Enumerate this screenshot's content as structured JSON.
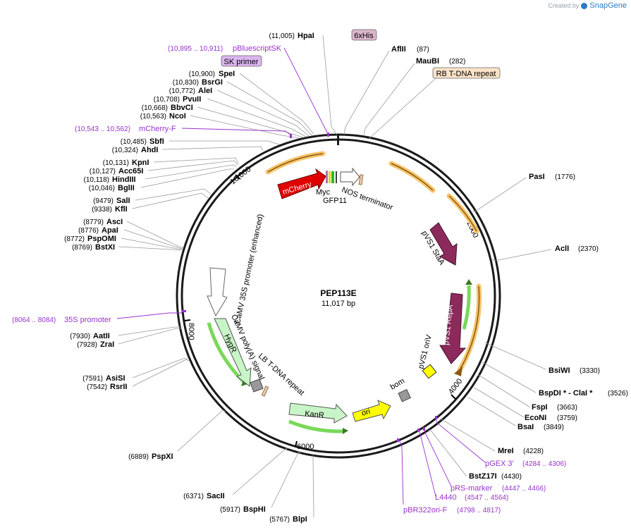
{
  "credit": {
    "prefix": "Created by",
    "brand": "SnapGene"
  },
  "plasmid": {
    "name": "PEP113E",
    "size": "11,017 bp"
  },
  "ticks": [
    "2000",
    "4000",
    "6000",
    "8000",
    "10,000"
  ],
  "enzymes_left": [
    {
      "num": "(11,005)",
      "name": "HpaI"
    },
    {
      "num": "(10,900)",
      "name": "SpeI"
    },
    {
      "num": "(10,830)",
      "name": "BsrGI"
    },
    {
      "num": "(10,772)",
      "name": "AleI"
    },
    {
      "num": "(10,708)",
      "name": "PvuII"
    },
    {
      "num": "(10,668)",
      "name": "BbvCI"
    },
    {
      "num": "(10,563)",
      "name": "NcoI"
    },
    {
      "num": "(10,485)",
      "name": "SbfI"
    },
    {
      "num": "(10,324)",
      "name": "AhdI"
    },
    {
      "num": "(10,131)",
      "name": "KpnI"
    },
    {
      "num": "(10,127)",
      "name": "Acc65I"
    },
    {
      "num": "(10,118)",
      "name": "HindIII"
    },
    {
      "num": "(10,046)",
      "name": "BglII"
    },
    {
      "num": "(9479)",
      "name": "SalI"
    },
    {
      "num": "(9338)",
      "name": "KflI"
    },
    {
      "num": "(8779)",
      "name": "AscI"
    },
    {
      "num": "(8776)",
      "name": "ApaI"
    },
    {
      "num": "(8772)",
      "name": "PspOMI"
    },
    {
      "num": "(8769)",
      "name": "BstXI"
    },
    {
      "num": "(7930)",
      "name": "AatII"
    },
    {
      "num": "(7928)",
      "name": "ZraI"
    },
    {
      "num": "(7591)",
      "name": "AsiSI"
    },
    {
      "num": "(7542)",
      "name": "RsrII"
    },
    {
      "num": "(6889)",
      "name": "PspXI"
    },
    {
      "num": "(6371)",
      "name": "SacII"
    },
    {
      "num": "(5917)",
      "name": "BspHI"
    },
    {
      "num": "(5767)",
      "name": "BlpI"
    }
  ],
  "enzymes_right": [
    {
      "name": "AflII",
      "num": "(87)"
    },
    {
      "name": "MauBI",
      "num": "(282)"
    },
    {
      "name": "PasI",
      "num": "(1776)"
    },
    {
      "name": "AclI",
      "num": "(2370)"
    },
    {
      "name": "BsiWI",
      "num": "(3330)"
    },
    {
      "name": "BspDI * - ClaI *",
      "num": "(3526)"
    },
    {
      "name": "FspI",
      "num": "(3663)"
    },
    {
      "name": "EcoNI",
      "num": "(3759)"
    },
    {
      "name": "BsaI",
      "num": "(3849)"
    },
    {
      "name": "MreI",
      "num": "(4228)"
    },
    {
      "name": "BstZ17I",
      "num": "(4430)"
    }
  ],
  "primers": [
    {
      "range": "(10,895 .. 10,911)",
      "name": "pBluescriptSK"
    },
    {
      "range": "(10,543 .. 10,562)",
      "name": "mCherry-F"
    },
    {
      "range": "(8064 .. 8084)",
      "name": "35S promoter"
    },
    {
      "name": "pGEX 3'",
      "range": "(4284 .. 4306)"
    },
    {
      "name": "pRS-marker",
      "range": "(4447 .. 4466)"
    },
    {
      "name": "L4440",
      "range": "(4547 .. 4564)"
    },
    {
      "name": "pBR322ori-F",
      "range": "(4798 .. 4817)"
    }
  ],
  "boxed_labels": [
    {
      "text": "6xHis",
      "fill": "#dcb6cc"
    },
    {
      "text": "SK primer",
      "fill": "#dcb6f0"
    },
    {
      "text": "RB T-DNA repeat",
      "fill": "#fbe3c8"
    }
  ],
  "features": {
    "mcherry": "mCherry",
    "myc": "Myc",
    "gfp11": "GFP11",
    "nos": "NOS terminator",
    "stab": "pVS1 StaA",
    "repa": "pVS1 RepA",
    "oriv": "pVS1 oriV",
    "bom": "bom",
    "ori": "ori",
    "kanr": "KanR",
    "hygr": "HygR",
    "lb": "LB T-DNA repeat",
    "polya": "CaMV poly(A) signal",
    "p35s": "CaMV 35S promoter (enhanced)"
  },
  "colors": {
    "mcherry": "#e00000",
    "stab_repa": "#8c2a5c",
    "selection": "#c8f5c8",
    "ori": "#ffff00",
    "backbone": "#1a1a1a",
    "primer": "#9933cc"
  }
}
